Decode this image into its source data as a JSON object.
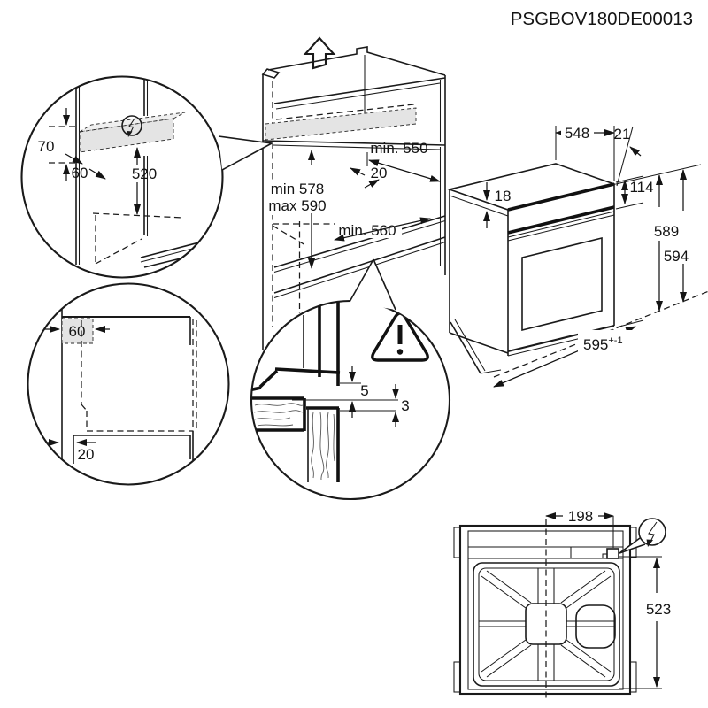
{
  "title": "PSGBOV180DE00013",
  "colors": {
    "line": "#1a1a1a",
    "shade": "#e4e4e4",
    "shade_light": "#efefef"
  },
  "icons": {
    "cabinet_arrow": "up-arrow-icon",
    "electrical": "lightning-bolt-icon",
    "warning": "warning-triangle-icon"
  },
  "detail_electrical": {
    "height_70": "70",
    "offset_60": "60",
    "drop_520": "520"
  },
  "cabinet": {
    "depth_top": "min. 550",
    "offset_20": "20",
    "height_min": "min 578",
    "height_max": "max 590",
    "depth_bottom": "min. 560"
  },
  "oven": {
    "depth_548": "548",
    "door_21": "21",
    "top_18": "18",
    "panel_114": "114",
    "height_589": "589",
    "height_594": "594",
    "width_595": "595",
    "width_tol": "+-1"
  },
  "detail_plinth": {
    "side_60": "60",
    "front_20": "20"
  },
  "detail_gap": {
    "gap_5": "5",
    "gap_3": "3"
  },
  "top_view": {
    "conn_198": "198",
    "depth_523": "523"
  }
}
